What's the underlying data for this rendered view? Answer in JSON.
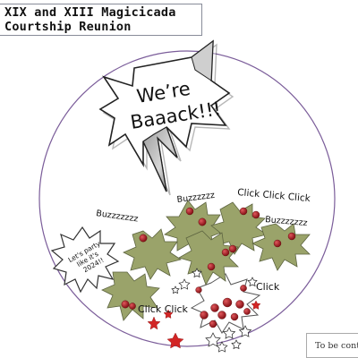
{
  "title": {
    "line1": "XIX and XIII Magicicada",
    "line2": "Courtship Reunion"
  },
  "speech": {
    "line1": "We’re",
    "line2": "Baaack!!!"
  },
  "sounds": {
    "buzz_left": "Buzzzzzzz",
    "buzz_top": "Buzzzzzz",
    "click_top": "Click Click Click",
    "buzz_right": "Buzzzzzzz",
    "click_left": "Click Click",
    "click_right": "Click"
  },
  "badge": {
    "line1": "Let's party",
    "line2": "like it's",
    "line3": "2024!!"
  },
  "footer": "To be continued",
  "colors": {
    "circle_stroke": "#7b5d9a",
    "cicada_fill": "#9aa36a",
    "eye_red": "#b3151c",
    "star_red": "#d22525"
  }
}
